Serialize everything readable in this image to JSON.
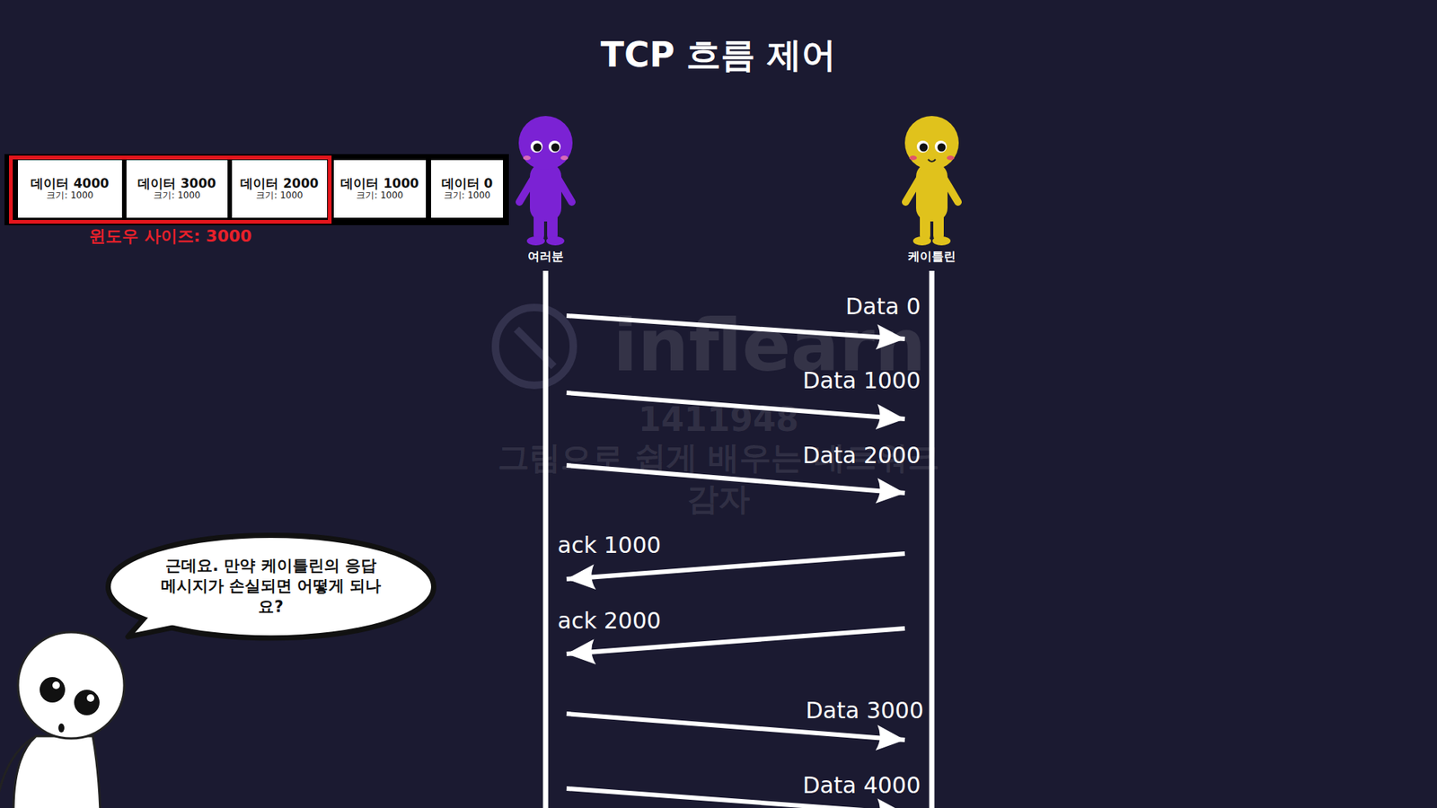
{
  "diagram": {
    "title": "TCP 흐름 제어",
    "nodes": [
      {
        "text": [
          "윈도우 사이즈: 3000"
        ]
      },
      {
        "text": [
          "데이터 4000",
          "크기: 1000"
        ],
        "in": 0
      },
      {
        "text": [
          "데이터 3000",
          "크기: 1000"
        ],
        "in": 0
      },
      {
        "text": [
          "데이터 2000",
          "크기: 1000"
        ],
        "in": 0
      },
      {
        "text": [
          "데이터 1000",
          "크기: 1000"
        ]
      },
      {
        "text": [
          "데이터 0",
          "크기: 1000"
        ]
      },
      {
        "text": [
          "여러분"
        ]
      },
      {
        "text": [
          "케이틀린"
        ]
      },
      {
        "text": [
          "근데요. 만약 케이틀린의 응답 메시지가 손실되면 어떻게 되나요?"
        ]
      }
    ],
    "edges": [
      {
        "from": 6,
        "to": 7,
        "label": "Data 0",
        "arrow": "to"
      },
      {
        "from": 6,
        "to": 7,
        "label": "Data 1000",
        "arrow": "to"
      },
      {
        "from": 6,
        "to": 7,
        "label": "Data 2000",
        "arrow": "to"
      },
      {
        "from": 7,
        "to": 6,
        "label": "ack 1000",
        "arrow": "to"
      },
      {
        "from": 7,
        "to": 6,
        "label": "ack 2000",
        "arrow": "to"
      },
      {
        "from": 6,
        "to": 7,
        "label": "Data 3000",
        "arrow": "to"
      },
      {
        "from": 6,
        "to": 7,
        "label": "Data 4000",
        "arrow": "to"
      }
    ],
    "labels": [
      "inflearn",
      "1411948",
      "그림으로 쉽게 배우는 네트워크",
      "감자"
    ]
  }
}
